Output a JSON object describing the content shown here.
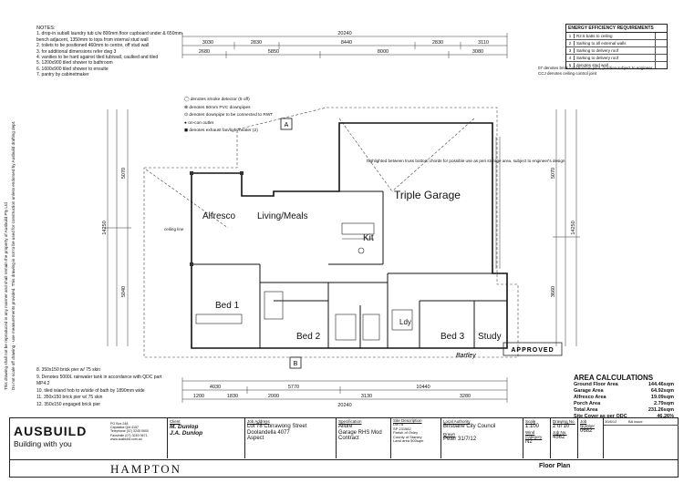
{
  "sheet": {
    "side_note_1": "This drawing shall not be reproduced in any manner and shall remain the property of Ausbuild Pty Ltd",
    "side_note_2": "Do not scale off drawing - use measurements provided. This drawing is not to be used for construction unless endorsed by Ausbuild drafting dept."
  },
  "notes": {
    "heading": "NOTES:",
    "items": [
      "1. drop-in subsill laundry tub c/w 800mm floor cupboard under & 650mm bench adjacent, 1350mm to tops from internal stud wall",
      "2. toilets to be positioned 460mm to centre, off stud wall",
      "3. for additional dimensions refer dwg 3",
      "4. vanities to be hard against tiled tub/wall, caulked and tiled",
      "5. 1200x900 tiled shower to bathroom",
      "6. 1600x900 tiled shower to ensuite",
      "7. pantry by cabinetmaker"
    ],
    "bottom_items": [
      "8. 350x150 brick pier w/ 75 skin",
      "9. Denotes 5000L rainwater tank in accordance with QDC part MP4.2",
      "10. tiled island hob to w/side of bath by 1890mm wide",
      "11. 350x150 brick pier w/ 75 skin",
      "12. 350x150 engaged brick pier"
    ]
  },
  "legend": {
    "items": [
      "denotes smoke detector (5 off)",
      "denotes 50mm PVC downpipes",
      "denotes downpipe to be connected to RWT",
      "on-con outlet",
      "denotes exhaust fan/light/heater (2)"
    ]
  },
  "energy": {
    "title": "ENERGY EFFICIENCY REQUIREMENTS",
    "rows": [
      "R2.5 batts to ceiling",
      "Sarking to all external walls",
      "Sarking to delivery roof",
      "Sarking to delivery roof",
      "denotes stud wall"
    ],
    "extra_1": "07 denotes brick construction joint, position subject to engineer",
    "extra_2": "CCJ denotes ceiling control joint"
  },
  "rooms": {
    "alfresco": "Alfresco",
    "living": "Living/Meals",
    "kit": "Kit",
    "garage": "Triple Garage",
    "bed1": "Bed 1",
    "bed2": "Bed 2",
    "bed3": "Bed 3",
    "study": "Study",
    "ldy": "Ldy"
  },
  "dims": {
    "top_total": "20240",
    "top_row": [
      "3030",
      "2830",
      "8440",
      "2830",
      "3110"
    ],
    "top_row2": [
      "2680",
      "5850",
      "8000",
      "3080"
    ],
    "bottom_total": "20240",
    "bottom_row": [
      "4030",
      "5770",
      "10440"
    ],
    "bottom_row2": [
      "1200",
      "1830",
      "2000",
      "3130",
      "3280"
    ],
    "left_total": "14250",
    "right_total": "14250",
    "left_upper": "5070",
    "left_lower": "5040",
    "right_upper": "5070",
    "right_lower": "3660"
  },
  "annot": {
    "garage_note": "highlighted between truss bottom chords for possible use as peri storage area, subject to engineer's design",
    "ceiling": "ceiling line",
    "approved": "APPROVED",
    "bartley": "Bartley",
    "section_a": "A",
    "section_b": "B"
  },
  "area": {
    "title": "AREA CALCULATIONS",
    "rows": [
      {
        "label": "Ground Floor Area",
        "value": "144.46sqm"
      },
      {
        "label": "Garage Area",
        "value": "64.92sqm"
      },
      {
        "label": "Alfresco Area",
        "value": "19.09sqm"
      },
      {
        "label": "Porch Area",
        "value": "2.79sqm"
      },
      {
        "label": "Total Area",
        "value": "231.26sqm"
      },
      {
        "label": "Site Cover as per QDC",
        "value": "46.26%"
      }
    ]
  },
  "titleblock": {
    "logo_name": "AUSBUILD",
    "logo_tag": "Building with you",
    "contact": [
      "PO Box 248",
      "Capalaba Qld 4157",
      "Telephone (07) 3245 0600",
      "Facsimile (07) 3245 0671",
      "www.ausbuild.com.au"
    ],
    "client_label": "Client",
    "client_names": [
      "M. Dunlop",
      "J.A. Dunlop"
    ],
    "job_label": "Job Address",
    "job_lines": [
      "Lot 78 Currawong Street",
      "Doolandella 4077",
      "Aspect"
    ],
    "spec_label": "Specification",
    "spec_lines": [
      "Allure",
      "Garage RHS Mod",
      "Contract"
    ],
    "site_label": "Site Description",
    "site_lines": [
      "Lot 78",
      "SP 231582",
      "Parish of Oxley",
      "County of Stanley",
      "Land area 500sqm"
    ],
    "local_label": "Local Authority",
    "local_value": "Brisbane City Council",
    "scale_label": "Scale",
    "scale_value": "1:100",
    "drawing_label": "Drawing No.",
    "drawing_value": "2 of 10",
    "drawn_label": "Drawn",
    "drawn_value": "Peter 31/7/12",
    "checked_label": "Job Number",
    "checked_value": "0682",
    "category_label": "Wind Category",
    "category_value": "N2",
    "job_no_label": "Job No.",
    "job_no_value": "4562",
    "rev_date": "30/8/12",
    "rev_note": "BA issue",
    "model": "HAMPTON",
    "sheet_name": "Floor Plan"
  }
}
